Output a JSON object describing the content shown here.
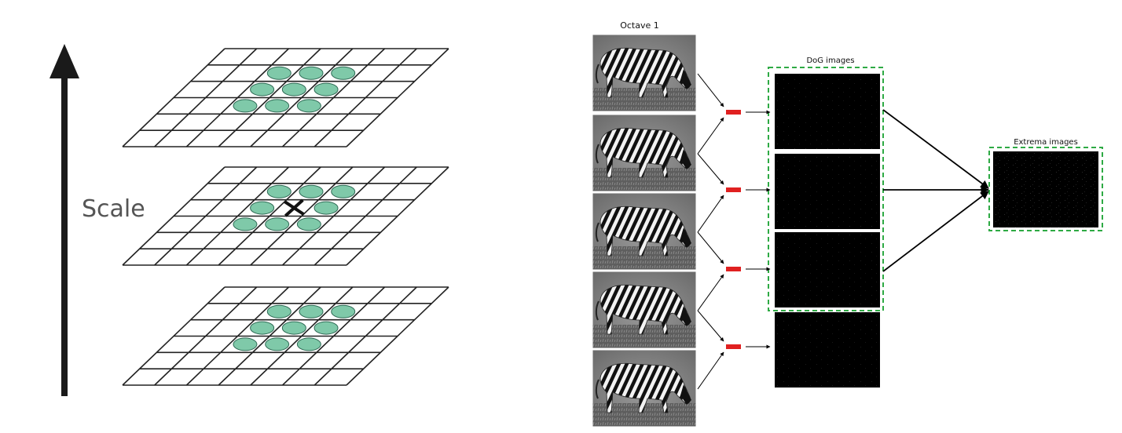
{
  "left_panel": {
    "axis_label": "Scale",
    "layers": [
      "top",
      "middle",
      "bottom"
    ],
    "marker": "x-mark",
    "sample_color": "#7fc9a9"
  },
  "right_panel": {
    "octave_label": "Octave 1",
    "dog_label": "DoG images",
    "extrema_label": "Extrema images",
    "gaussian_image_count": 5,
    "dog_image_count": 4,
    "subtract_icon": "minus-icon",
    "subtract_color": "#e02020",
    "group_border_color": "#2eaa44"
  }
}
